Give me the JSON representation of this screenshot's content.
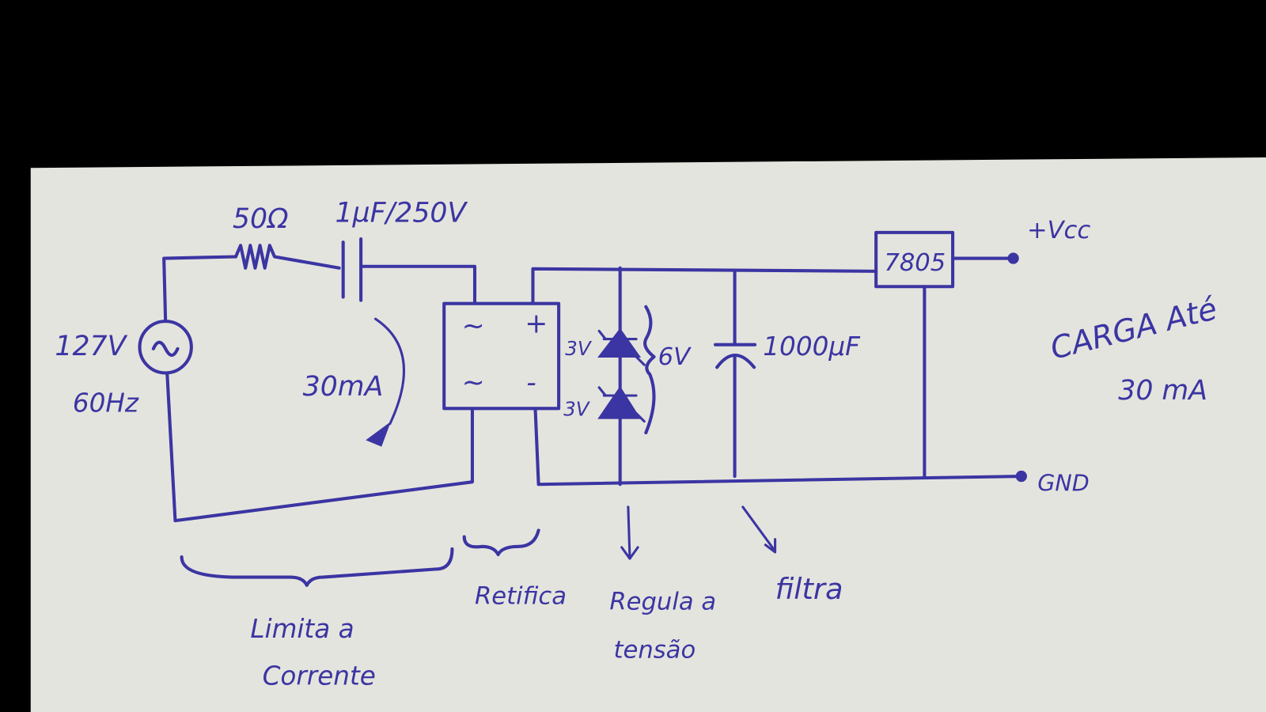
{
  "colors": {
    "paper": "#e4e4de",
    "ink": "#3b35a3",
    "background": "#000000"
  },
  "labels": {
    "resistor": "50Ω",
    "capacitor_series": "1µF/250V",
    "source_voltage": "127V",
    "source_freq": "60Hz",
    "current": "30mA",
    "bridge_ac1": "~",
    "bridge_ac2": "~",
    "bridge_plus": "+",
    "bridge_minus": "-",
    "zener1": "3V",
    "zener2": "3V",
    "zener_total": "6V",
    "filter_cap": "1000µF",
    "regulator": "7805",
    "vcc": "+Vcc",
    "gnd": "GND",
    "load_line1": "CARGA Até",
    "load_line2": "30 mA",
    "section_limit_1": "Limita a",
    "section_limit_2": "Corrente",
    "section_rectify": "Retifica",
    "section_regulate_1": "Regula a",
    "section_regulate_2": "tensão",
    "section_filter": "filtra"
  }
}
